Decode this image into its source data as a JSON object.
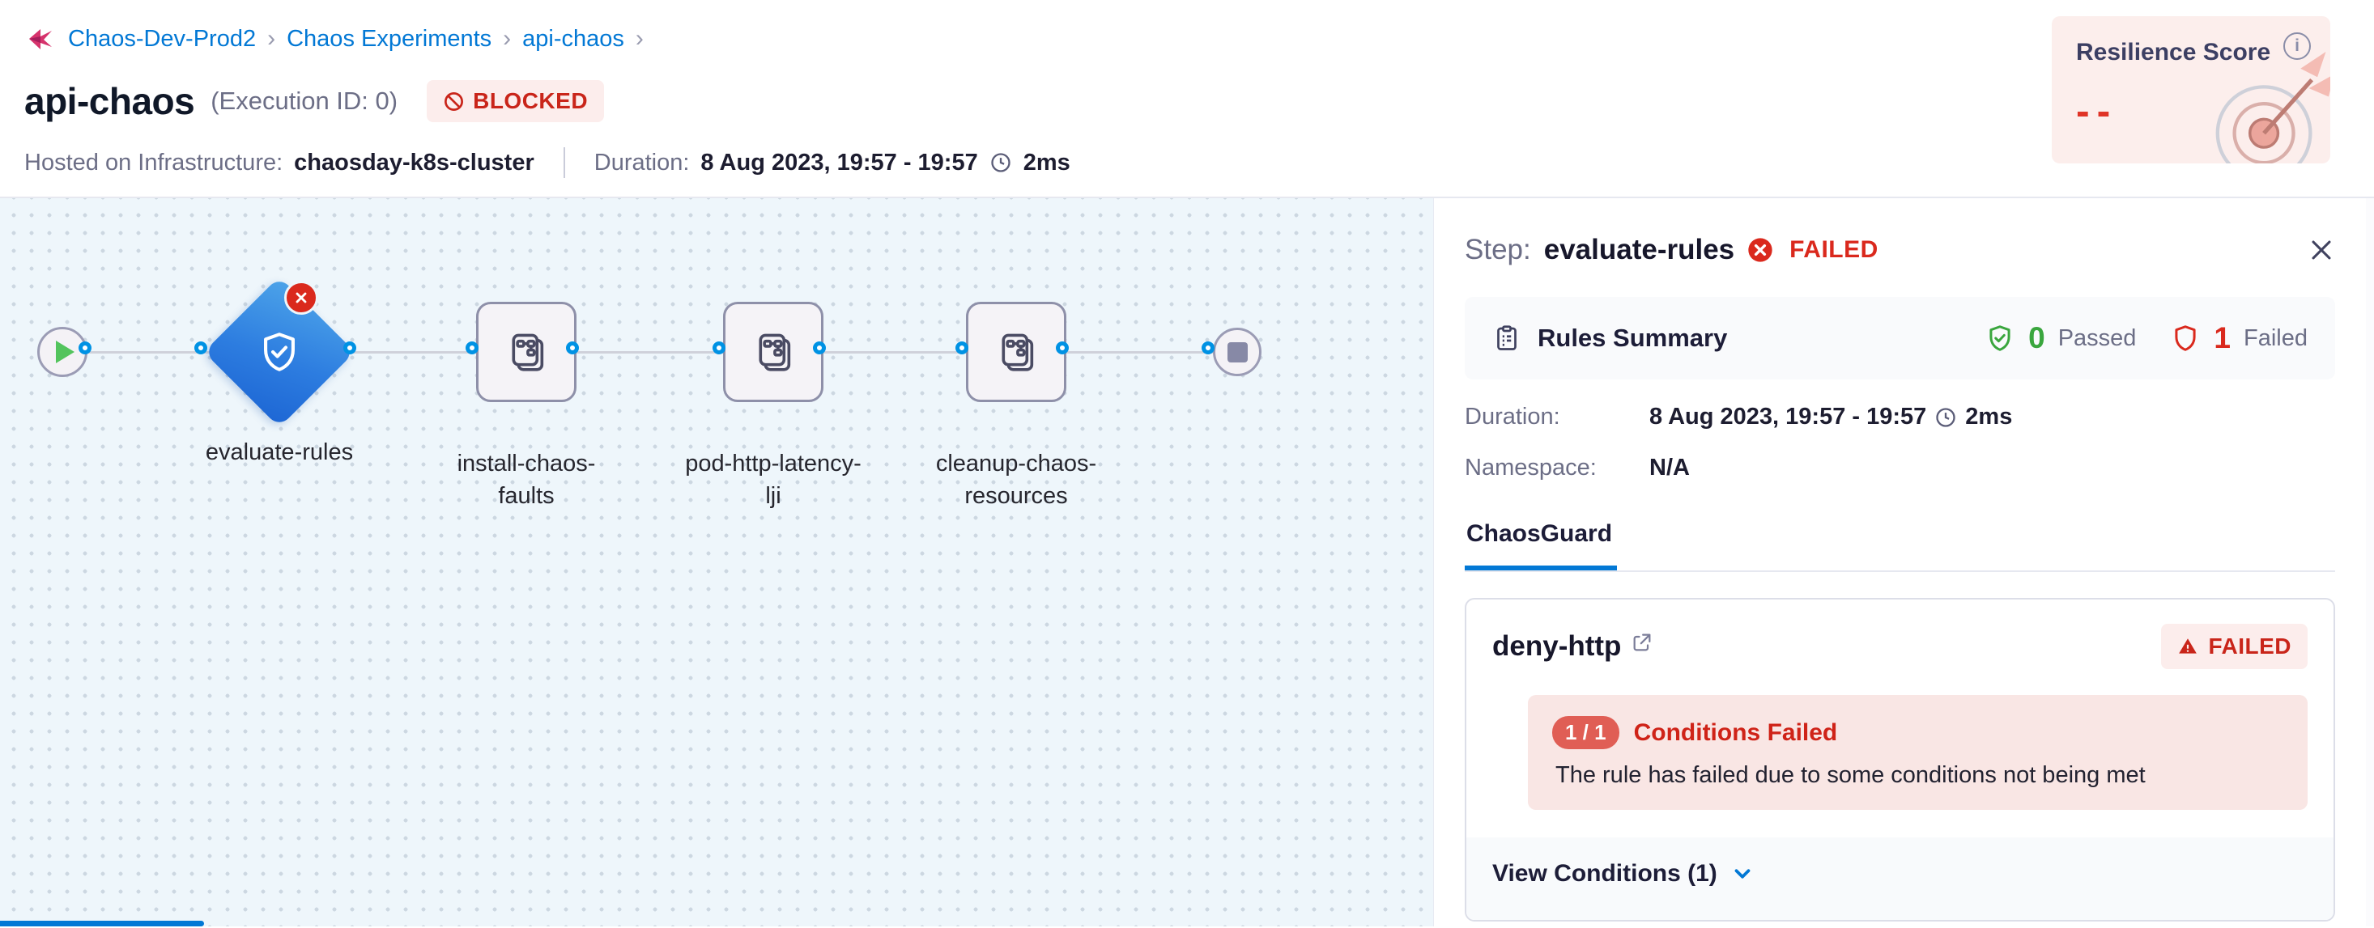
{
  "colors": {
    "accent": "#0278d5",
    "danger": "#da291d",
    "success": "#3aa63e",
    "danger_bg": "#fcedec"
  },
  "breadcrumb": {
    "separator": "›",
    "items": [
      "Chaos-Dev-Prod2",
      "Chaos Experiments",
      "api-chaos"
    ]
  },
  "header": {
    "title": "api-chaos",
    "execution_id": "(Execution ID: 0)",
    "status_badge": "BLOCKED",
    "infra_label": "Hosted on Infrastructure:",
    "infra_value": "chaosday-k8s-cluster",
    "duration_label": "Duration:",
    "duration_value": "8 Aug 2023, 19:57 - 19:57",
    "duration_elapsed": "2ms"
  },
  "resilience": {
    "title": "Resilience Score",
    "value": "--"
  },
  "pipeline": {
    "nodes": [
      {
        "lines": [
          "evaluate-rules"
        ]
      },
      {
        "lines": [
          "install-chaos-",
          "faults"
        ]
      },
      {
        "lines": [
          "pod-http-latency-",
          "lji"
        ]
      },
      {
        "lines": [
          "cleanup-chaos-",
          "resources"
        ]
      }
    ]
  },
  "panel": {
    "step_label": "Step:",
    "step_name": "evaluate-rules",
    "step_status": "FAILED",
    "rules_summary": {
      "title": "Rules Summary",
      "passed_count": "0",
      "passed_label": "Passed",
      "failed_count": "1",
      "failed_label": "Failed"
    },
    "details": {
      "duration_label": "Duration:",
      "duration_value": "8 Aug 2023, 19:57 - 19:57",
      "duration_elapsed": "2ms",
      "namespace_label": "Namespace:",
      "namespace_value": "N/A"
    },
    "tab": "ChaosGuard",
    "rule_card": {
      "name": "deny-http",
      "status_badge": "FAILED",
      "conditions_count": "1 / 1",
      "conditions_title": "Conditions Failed",
      "message": "The rule has failed due to some conditions not being met",
      "footer": "View Conditions (1)"
    }
  }
}
